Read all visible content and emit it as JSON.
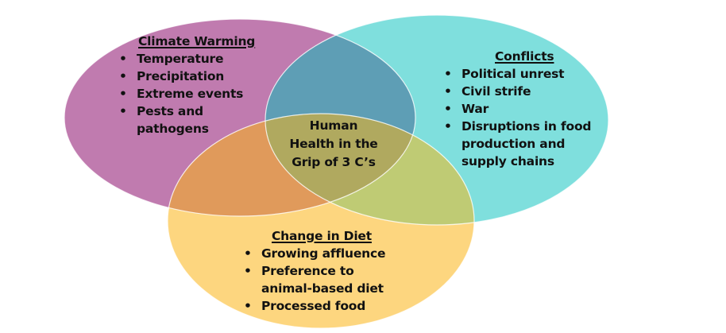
{
  "diagram": {
    "type": "venn",
    "center": {
      "lines": [
        "Human",
        "Health in the",
        "Grip of 3 C’s"
      ]
    },
    "sets": {
      "climate": {
        "title": "Climate Warming",
        "color": "#c07baf",
        "items": [
          "Temperature",
          "Precipitation",
          "Extreme events",
          "Pests and\npathogens"
        ]
      },
      "conflicts": {
        "title": "Conflicts",
        "color": "#7fdfdd",
        "items": [
          "Political unrest",
          "Civil strife",
          "War",
          "Disruptions in food\nproduction and\nsupply chains"
        ]
      },
      "diet": {
        "title": "Change in Diet",
        "color": "#fdd67f",
        "items": [
          "Growing affluence",
          "Preference to\nanimal-based diet",
          "Processed food"
        ]
      }
    },
    "overlap_colors": {
      "climate_conflicts": "#5e9eb5",
      "climate_diet": "#e09a5b",
      "conflicts_diet": "#bfcb74",
      "all_three": "#b0a95f"
    }
  }
}
